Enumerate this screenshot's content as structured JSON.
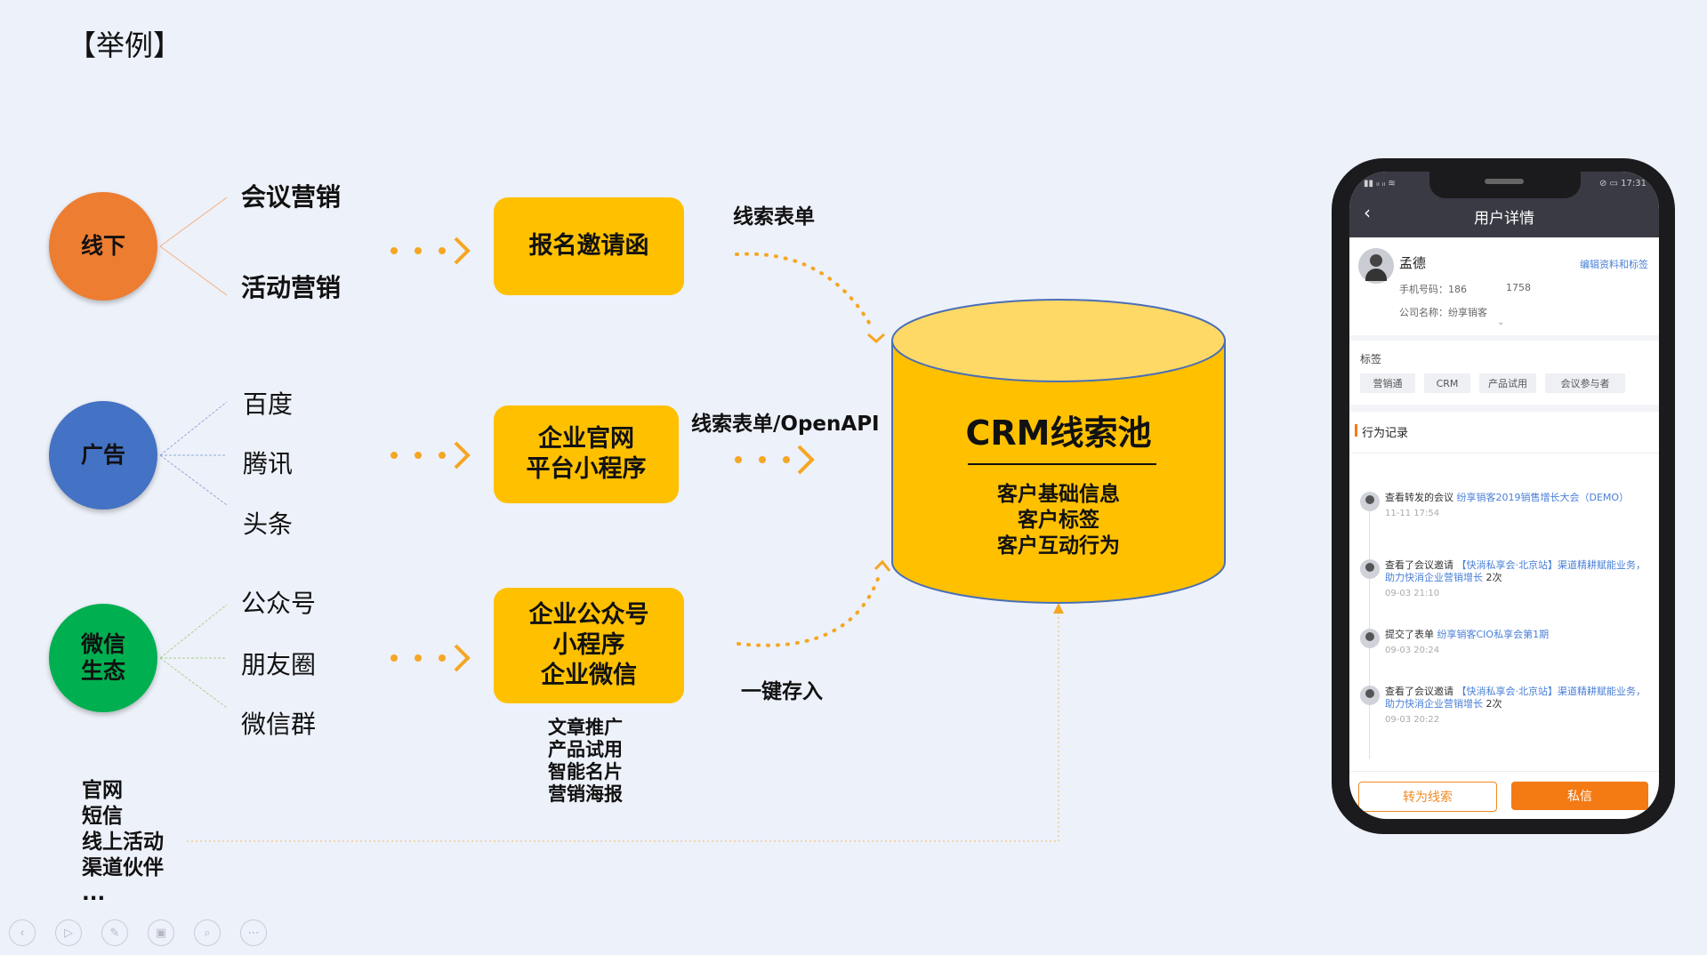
{
  "title": "【举例】",
  "channels": [
    {
      "name": "线下",
      "color": "#ed7d31",
      "sources": [
        "会议营销",
        "活动营销"
      ]
    },
    {
      "name": "广告",
      "color": "#4472c4",
      "sources": [
        "百度",
        "腾讯",
        "头条"
      ]
    },
    {
      "name": "微信生态",
      "color": "#00b050",
      "sources": [
        "公众号",
        "朋友圈",
        "微信群"
      ]
    }
  ],
  "middle_boxes": [
    "报名邀请函",
    "企业官网\n平台小程序",
    "企业公众号\n小程序\n企业微信"
  ],
  "wechat_features": [
    "文章推广",
    "产品试用",
    "智能名片",
    "营销海报"
  ],
  "other_sources": [
    "官网",
    "短信",
    "线上活动",
    "渠道伙伴",
    "..."
  ],
  "flow_labels": {
    "top": "线索表单",
    "middle": "线索表单/OpenAPI",
    "bottom": "一键存入"
  },
  "crm": {
    "title": "CRM线索池",
    "lines": [
      "客户基础信息",
      "客户标签",
      "客户互动行为"
    ],
    "color": "#ffc000"
  },
  "accent_color": "#f5a623",
  "phone": {
    "status_left": "▮▮ ᵢₗ ᵢₗ ≋",
    "status_right": "⊘ ▭ 17:31",
    "header": "用户详情",
    "user_name": "孟德",
    "edit_link": "编辑资料和标签",
    "phone_label": "手机号码：186",
    "phone_tail": "1758",
    "company": "公司名称：纷享销客",
    "tags_title": "标签",
    "tags": [
      "营销通",
      "CRM",
      "产品试用",
      "会议参与者"
    ],
    "records_title": "行为记录",
    "records": [
      {
        "action": "查看转发的会议",
        "link": "纷享销客2019销售增长大会（DEMO）",
        "extra": "",
        "time": "11-11 17:54"
      },
      {
        "action": "查看了会议邀请",
        "link": "【快消私享会·北京站】渠道精耕赋能业务，助力快消企业营销增长",
        "extra": "2次",
        "time": "09-03 21:10"
      },
      {
        "action": "提交了表单",
        "link": "纷享销客CIO私享会第1期",
        "extra": "",
        "time": "09-03 20:24"
      },
      {
        "action": "查看了会议邀请",
        "link": "【快消私享会·北京站】渠道精耕赋能业务，助力快消企业营销增长",
        "extra": "2次",
        "time": "09-03 20:22"
      }
    ],
    "button_convert": "转为线索",
    "button_message": "私信"
  },
  "toolbar_icons": [
    "back-icon",
    "play-icon",
    "pen-icon",
    "screen-icon",
    "zoom-icon",
    "more-icon"
  ]
}
